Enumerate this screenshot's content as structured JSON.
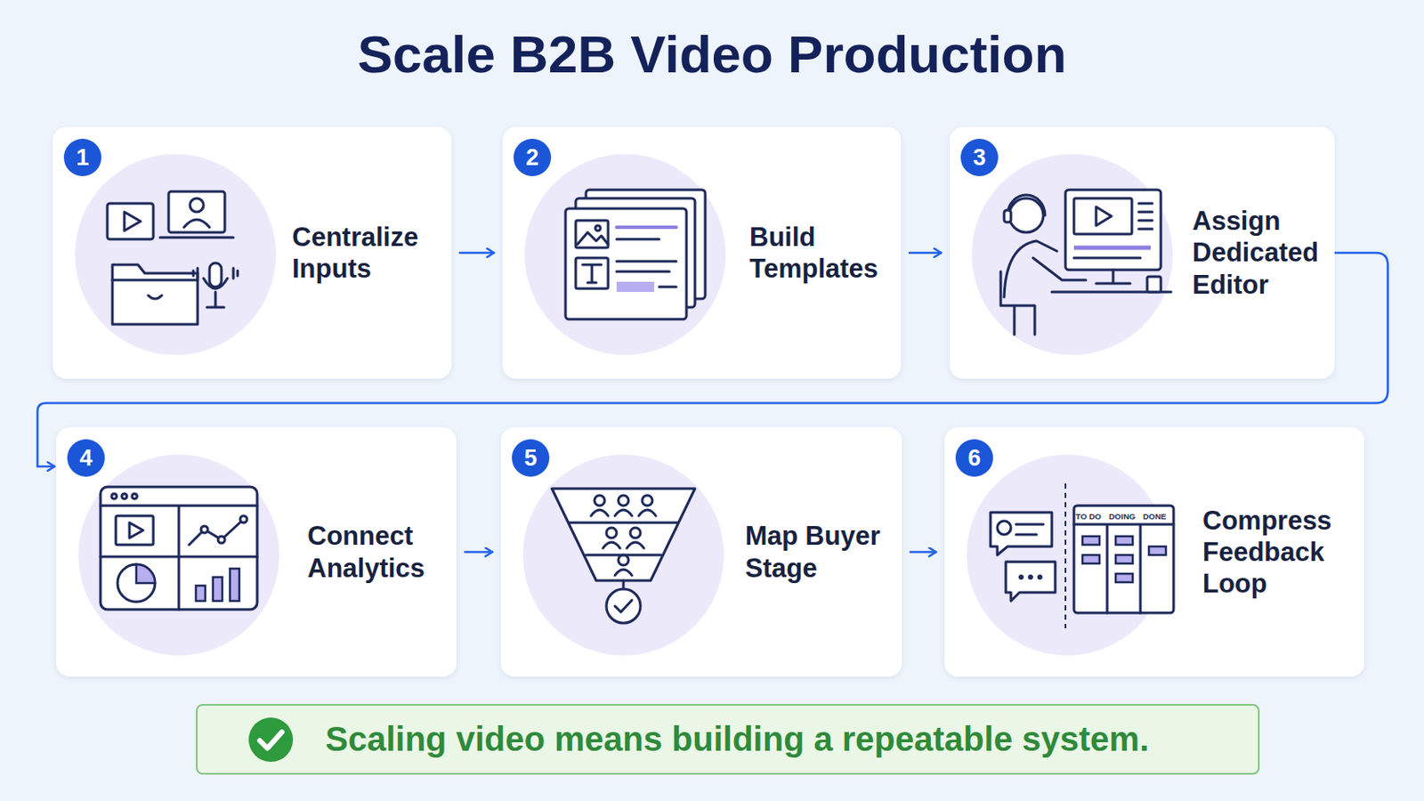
{
  "diagram": {
    "title": "Scale B2B Video Production",
    "nodes": [
      {
        "text": [
          "Centralize Inputs"
        ]
      },
      {
        "text": [
          "Build Templates"
        ]
      },
      {
        "text": [
          "Assign Dedicated Editor"
        ]
      },
      {
        "text": [
          "Connect Analytics"
        ]
      },
      {
        "text": [
          "Map Buyer Stage"
        ]
      },
      {
        "text": [
          "Compress Feedback Loop"
        ]
      },
      {
        "text": [
          "Scaling video means building a repeatable system."
        ]
      }
    ],
    "edges": [
      {
        "from": 0,
        "to": 1,
        "arrow": "to"
      },
      {
        "from": 1,
        "to": 2,
        "arrow": "to"
      },
      {
        "from": 2,
        "to": 3,
        "arrow": "to"
      },
      {
        "from": 3,
        "to": 4,
        "arrow": "to"
      },
      {
        "from": 4,
        "to": 5,
        "arrow": "to"
      }
    ],
    "labels": [
      "1",
      "2",
      "3",
      "4",
      "5",
      "6",
      "TO DO",
      "DOING",
      "DONE"
    ]
  }
}
